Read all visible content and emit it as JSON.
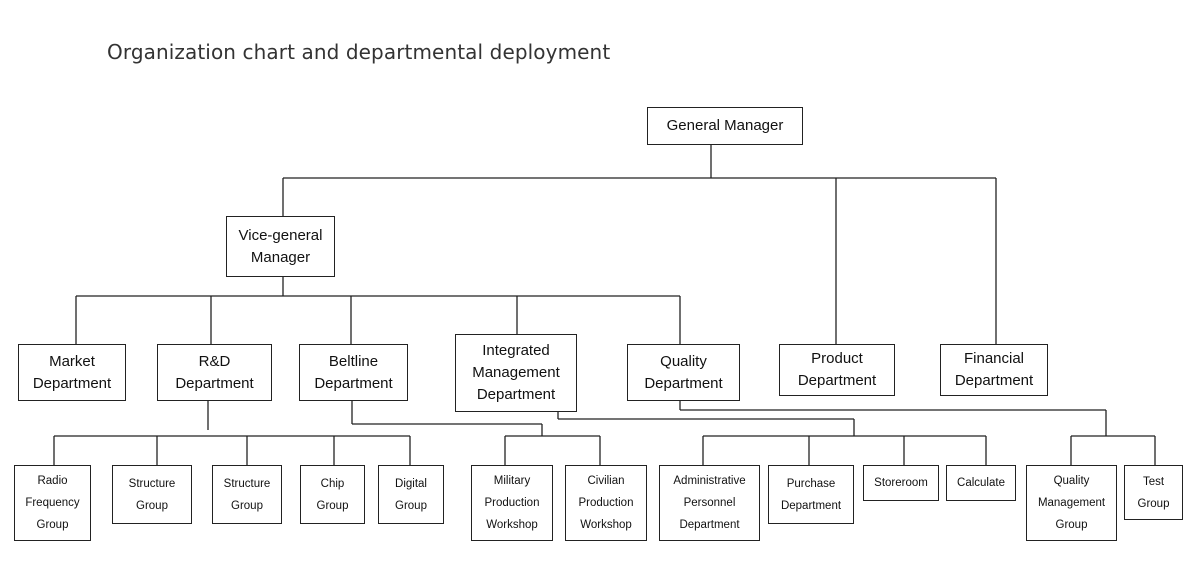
{
  "title": "Organization chart and departmental deployment",
  "nodes": {
    "general_manager": "General Manager",
    "vice_general_manager": "Vice-general\nManager",
    "market": "Market\nDepartment",
    "rnd": "R&D\nDepartment",
    "beltline": "Beltline\nDepartment",
    "integrated": "Integrated\nManagement\nDepartment",
    "quality": "Quality\nDepartment",
    "product": "Product\nDepartment",
    "financial": "Financial\nDepartment",
    "radio_frequency": "Radio\nFrequency\nGroup",
    "structure_group_1": "Structure\nGroup",
    "structure_group_2": "Structure\nGroup",
    "chip_group": "Chip\nGroup",
    "digital_group": "Digital\nGroup",
    "military_workshop": "Military\nProduction\nWorkshop",
    "civilian_workshop": "Civilian\nProduction\nWorkshop",
    "admin_personnel": "Administrative\nPersonnel\nDepartment",
    "purchase": "Purchase\nDepartment",
    "storeroom": "Storeroom",
    "calculate": "Calculate",
    "quality_mgmt_group": "Quality\nManagement\nGroup",
    "test_group": "Test\nGroup"
  }
}
